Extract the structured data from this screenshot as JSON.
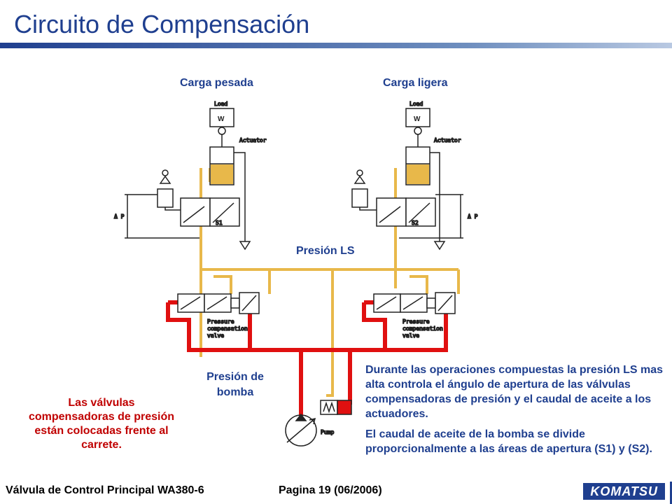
{
  "title": "Circuito de Compensación",
  "labels": {
    "heavy_load": "Carga pesada",
    "light_load": "Carga ligera",
    "ls_pressure": "Presión LS",
    "pump_pressure": "Presión de bomba"
  },
  "red_note": "Las válvulas compensadoras de presión están colocadas frente al carrete.",
  "description": [
    "Durante las operaciones compuestas la presión LS mas alta controla el ángulo de apertura de las válvulas compensadoras de presión y el caudal de aceite a los actuadores.",
    "El caudal de aceite de la bomba se divide proporcionalmente a las áreas de apertura (S1) y (S2)."
  ],
  "diagram_text": {
    "load": "Load",
    "weight": "W",
    "actuator": "Actuator",
    "delta_p": "Δ P",
    "s1": "S1",
    "s2": "S2",
    "pcv": [
      "Pressure",
      "compensation",
      "valve"
    ],
    "pump": "Pump"
  },
  "footer": {
    "left": "Válvula de Control Principal WA380-6",
    "mid": "Pagina 19 (06/2006)",
    "logo": "KOMATSU"
  },
  "colors": {
    "title": "#1f3f8f",
    "ls_line": "#e8b84a",
    "pump_line": "#e01010",
    "note": "#c00000"
  }
}
